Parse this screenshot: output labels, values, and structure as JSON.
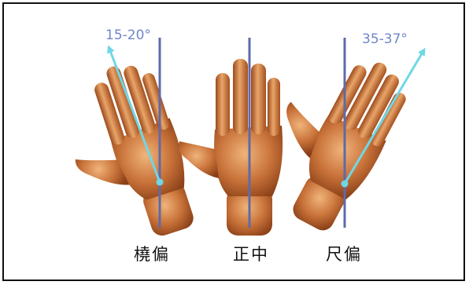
{
  "angles": {
    "radial": "15-20°",
    "ulnar": "35-37°"
  },
  "labels": {
    "radial": "橈偏",
    "neutral": "正中",
    "ulnar": "尺偏"
  },
  "colors": {
    "skin": "#c0682e",
    "skin_light": "#e8a66a",
    "skin_dark": "#7a3512",
    "vertical_line": "#5e6aa8",
    "arrow": "#6fd7e6",
    "angle_text": "#6f86c9",
    "frame": "#111111"
  }
}
